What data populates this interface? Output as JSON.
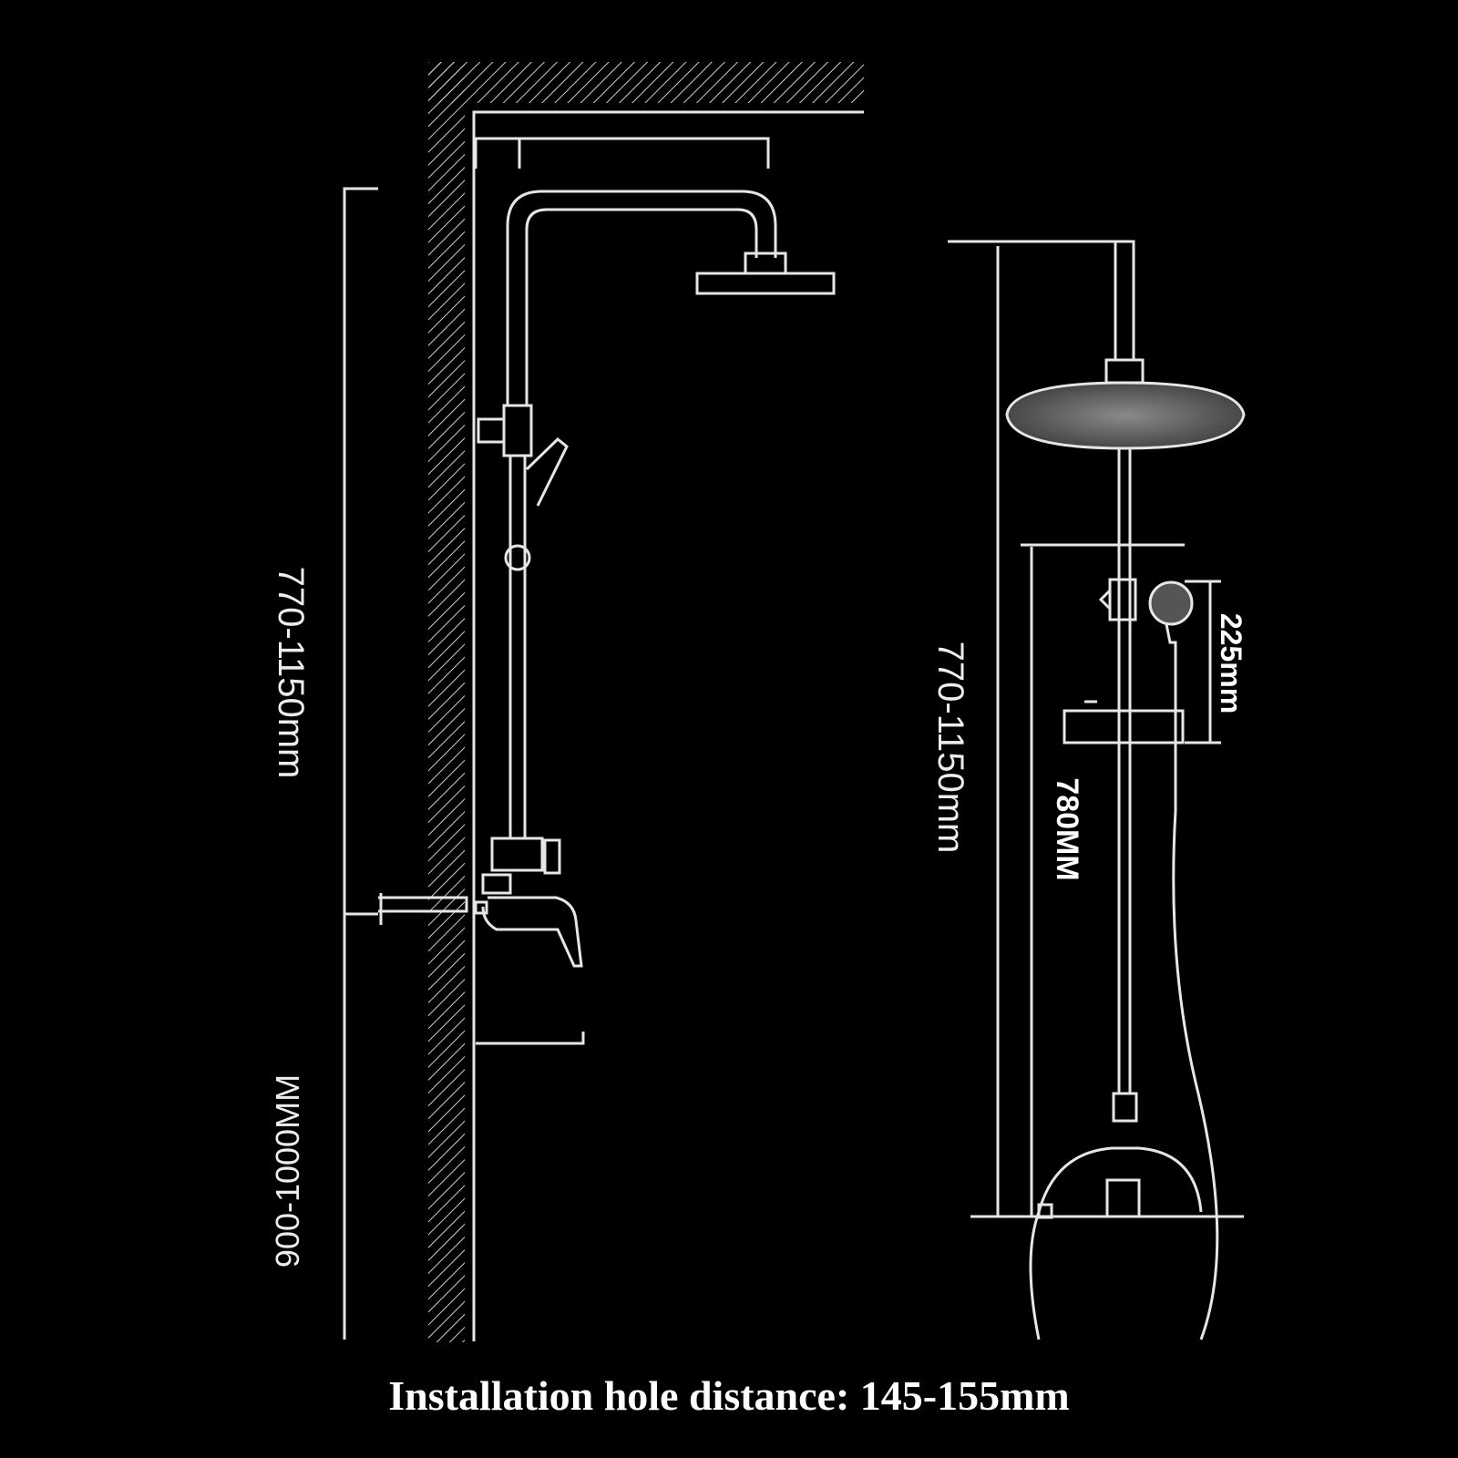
{
  "colors": {
    "background": "#000000",
    "line": "#e6e6e6",
    "text": "#ffffff"
  },
  "side_view": {
    "height_range_label": "770-1150mm",
    "mixer_height_label": "900-1000MM"
  },
  "front_view": {
    "height_range_label": "770-1150mm",
    "slide_bar_label": "780MM",
    "handshower_label": "225mm"
  },
  "caption": "Installation hole distance: 145-155mm"
}
